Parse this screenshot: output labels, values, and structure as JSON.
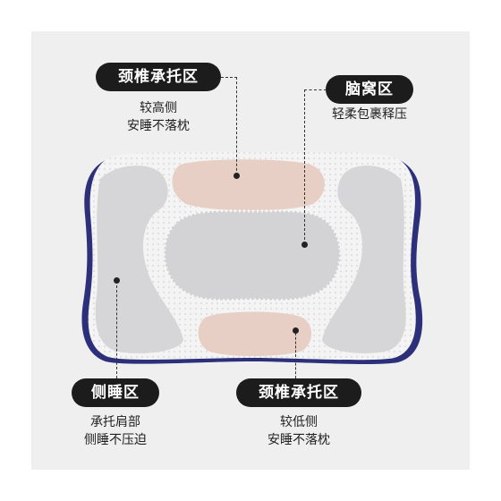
{
  "labels": {
    "neck_top": {
      "title": "颈椎承托区",
      "line1": "较高侧",
      "line2": "安睡不落枕"
    },
    "head": {
      "title": "脑窝区",
      "line1": "轻柔包裹释压"
    },
    "side": {
      "title": "侧睡区",
      "line1": "承托肩部",
      "line2": "侧睡不压迫"
    },
    "neck_bottom": {
      "title": "颈椎承托区",
      "line1": "较低侧",
      "line2": "安睡不落枕"
    }
  },
  "colors": {
    "pill_bg": "#1c1c1c",
    "panel_bg": "#efefef",
    "pillow_grey": "#d6d6d8",
    "neck_pink": "#e8cfc6",
    "piping_navy": "#2c2f7a",
    "mesh_white": "#f7f7f7"
  },
  "icons": {
    "marker": "dot-marker-icon"
  }
}
